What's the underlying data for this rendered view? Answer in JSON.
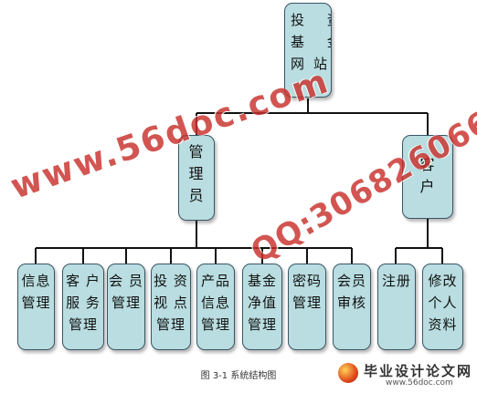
{
  "diagram": {
    "root": {
      "lines": [
        "投 资",
        "基 金",
        "网站"
      ]
    },
    "branches": [
      {
        "id": "admin",
        "lines": [
          "管",
          "理",
          "员"
        ],
        "children": [
          {
            "id": "info",
            "lines": [
              "信息",
              "管理"
            ]
          },
          {
            "id": "customer-service",
            "lines": [
              "客 户",
              "服 务",
              "管理"
            ]
          },
          {
            "id": "member",
            "lines": [
              "会 员",
              "管理"
            ]
          },
          {
            "id": "investment-view",
            "lines": [
              "投 资",
              "视 点",
              "管理"
            ]
          },
          {
            "id": "product-info",
            "lines": [
              "产品",
              "信息",
              "管理"
            ]
          },
          {
            "id": "fund-nav",
            "lines": [
              "基金",
              "净值",
              "管理"
            ]
          },
          {
            "id": "password",
            "lines": [
              "密码",
              "管理"
            ]
          },
          {
            "id": "member-review",
            "lines": [
              "会员",
              "审核"
            ]
          }
        ]
      },
      {
        "id": "customer",
        "lines": [
          "客",
          "户"
        ],
        "children": [
          {
            "id": "register",
            "lines": [
              "注册"
            ]
          },
          {
            "id": "edit-profile",
            "lines": [
              "修改",
              "个人",
              "资料"
            ]
          }
        ]
      }
    ],
    "caption": "图 3-1 系统结构图"
  },
  "watermarks": {
    "site": "www.56doc.com",
    "qq": "QQ:306826066"
  },
  "brand": {
    "name": "毕业设计论文网",
    "url": "www.56doc.com"
  },
  "colors": {
    "node_fill": "#b9dde0",
    "node_border": "#3a5566",
    "connector": "#111111",
    "watermark": "#c9302c"
  }
}
